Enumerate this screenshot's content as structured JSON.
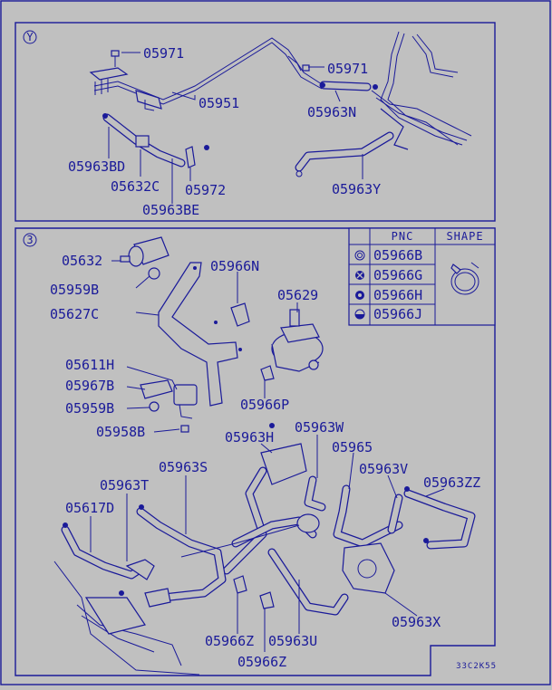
{
  "diagram_code": "33C2K55",
  "section_y": {
    "marker": "Y",
    "labels": [
      "05971",
      "05951",
      "05971",
      "05963N",
      "05963BD",
      "05632C",
      "05972",
      "05963BE",
      "05963Y"
    ]
  },
  "section_3": {
    "marker": "3",
    "labels": [
      "05632",
      "05959B",
      "05627C",
      "05966N",
      "05629",
      "05611H",
      "05967B",
      "05959B",
      "05958B",
      "05966P",
      "05963H",
      "05963W",
      "05965",
      "05963V",
      "05963ZZ",
      "05963S",
      "05963T",
      "05617D",
      "05966Z",
      "05963U",
      "05966Z",
      "05963X"
    ]
  },
  "shape_table": {
    "headers": [
      "PNC",
      "SHAPE"
    ],
    "rows": [
      {
        "pnc": "05966B",
        "symbol": "circle-icon"
      },
      {
        "pnc": "05966G",
        "symbol": "cross-circle-icon"
      },
      {
        "pnc": "05966H",
        "symbol": "ring-icon"
      },
      {
        "pnc": "05966J",
        "symbol": "half-circle-icon"
      }
    ],
    "shape_icon": "hose-clamp-icon"
  },
  "colors": {
    "background": "#c0c0c0",
    "line": "#1a1a99"
  }
}
